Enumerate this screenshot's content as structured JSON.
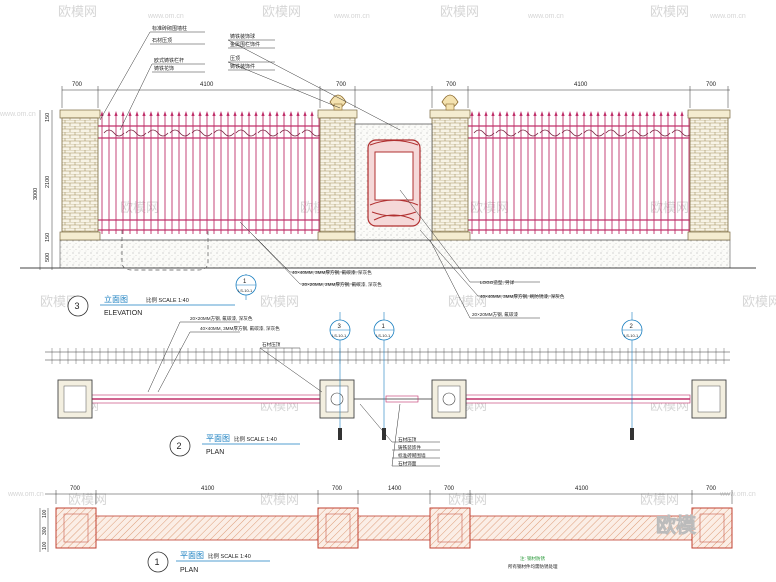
{
  "watermark": {
    "brand": "欧模网",
    "url": "www.om.cn",
    "corner_logo": "欧模"
  },
  "elevation": {
    "dims_top": [
      "700",
      "4100"
    ],
    "dims_left": [
      "150",
      "2100",
      "3000",
      "150",
      "500"
    ],
    "title_cn": "立面图",
    "scale": "比例 SCALE 1:40",
    "title_en": "ELEVATION",
    "number": "3",
    "detail_ref": "1",
    "detail_ref_sheet": "LS-10-1",
    "notes_top": [
      "标准砖砌围墙柱",
      "石材压顶",
      "欧式铸铁栏杆",
      "铸铁花饰",
      "铸铁装饰球",
      "金属围栏饰件",
      "压顶",
      "铸铁装饰件"
    ],
    "notes_bottom": [
      "40×40MM, 3MM厚方钢, 氟碳漆, 深灰色",
      "20×20MM, 2MM厚方钢, 氟碳漆, 深灰色",
      "LOGO造型, 另详",
      "40×40MM, 3MM厚方钢, 刷防锈漆, 深灰色",
      "20×20MM方钢, 氟碳漆"
    ]
  },
  "plan2": {
    "number": "2",
    "title_cn": "平面图",
    "scale": "比例 SCALE 1:40",
    "title_en": "PLAN",
    "notes": [
      "20×20MM方钢, 氟碳漆, 深灰色",
      "40×40MM, 3MM厚方钢, 氟碳漆, 深灰色"
    ],
    "pillar_note": "石材压顶",
    "section_refs": [
      {
        "num": "3",
        "sheet": "LS-10-1"
      },
      {
        "num": "1",
        "sheet": "LS-10-1"
      },
      {
        "num": "2",
        "sheet": "LS-10-1"
      }
    ],
    "notes_bottom": [
      "石材压顶",
      "铸铁装饰件",
      "标准砖砌围墙",
      "石材饰面"
    ]
  },
  "plan1": {
    "number": "1",
    "title_cn": "平面图",
    "scale": "比例 SCALE 1:40",
    "title_en": "PLAN",
    "dims_top": [
      "700",
      "4100",
      "700",
      "1400",
      "700",
      "4100",
      "700"
    ],
    "dims_left": [
      "100",
      "300",
      "100"
    ],
    "note": "注: 钢材防锈",
    "note2": "所有钢材件均需防锈处理"
  },
  "colors": {
    "pink": "#c0306a",
    "hatch": "#d04a3c",
    "brick": "#8a7a52",
    "line": "#333333",
    "cyan": "#1a7fc0"
  }
}
